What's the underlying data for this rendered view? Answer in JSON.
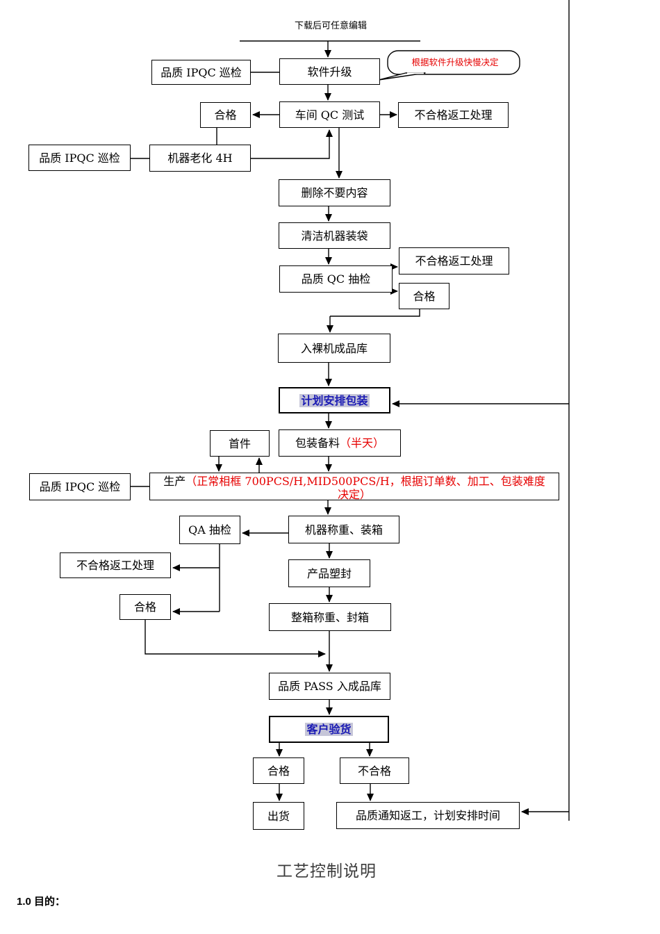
{
  "page": {
    "header": "下载后可任意编辑",
    "title": "工艺控制说明",
    "section_heading": "1.0 目的："
  },
  "callout": {
    "text": "根据软件升级快慢决定"
  },
  "nodes": {
    "ipqc1": "品质 IPQC 巡检",
    "software": "软件升级",
    "workshop_qc": "车间 QC 测试",
    "pass1": "合格",
    "rework1": "不合格返工处理",
    "ipqc2": "品质 IPQC 巡检",
    "aging": "机器老化 4H",
    "delete_content": "删除不要内容",
    "clean_pack": "清洁机器装袋",
    "qc_check": "品质 QC 抽检",
    "rework2": "不合格返工处理",
    "pass2": "合格",
    "bare_store": "入裸机成品库",
    "plan_pack": "计划安排包装",
    "pack_prep": {
      "main": "包装备料",
      "note": "（半天）"
    },
    "first_piece": "首件",
    "ipqc3": "品质 IPQC 巡检",
    "production": {
      "main": "生产",
      "note": "（正常相框 700PCS/H,MID500PCS/H，根据订单数、加工、包装难度决定）"
    },
    "qa_check": "QA 抽检",
    "weigh_box": "机器称重、装箱",
    "rework3": "不合格返工处理",
    "pass3": "合格",
    "seal": "产品塑封",
    "carton": "整箱称重、封箱",
    "qc_pass": "品质 PASS 入成品库",
    "customer": "客户验货",
    "pass4": "合格",
    "fail4": "不合格",
    "ship": "出货",
    "rework_notice": "品质通知返工，计划安排时间"
  },
  "colors": {
    "line": "#000000",
    "red_text": "#e60000",
    "blue_text": "#1b1bb4",
    "highlight_bg": "#c6c6d8",
    "title_gray": "#3b3b3b"
  }
}
